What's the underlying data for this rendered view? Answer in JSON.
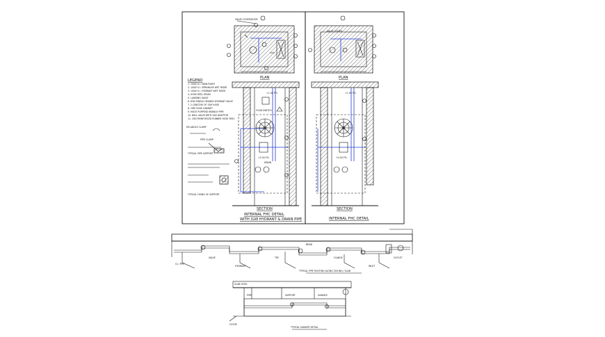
{
  "sheet": {
    "background": "#ffffff",
    "line_color": "#111111",
    "pipe_color": "#2238d6"
  },
  "detail_a": {
    "valve_callout": "VALVE COVER/DOOR",
    "plan_title": "PLAN",
    "legend_title": "LEGEND",
    "legend_items": [
      "1. 100Ø G.I. MAIN RISER",
      "2. 100Ø G.I. SPRINKLER WET RISER",
      "3. 100Ø G.I. HYDRANT WET RISER",
      "4. HOSE REEL DRUM",
      "5. LANDING VALVE",
      "6. 63Ø SINGLE HEADED HYDRANT VALVE",
      "7. 2 LENGTHS OF 15M HOSE",
      "8. FIRE HOSE CABINET",
      "9. MULTI PURPOSE BRANCH PIPE",
      "10. BALL VALVE WITH 25Ø ADAPTOR",
      "11. 25Ø REINFORCED RUBBER HOSE REEL"
    ],
    "flow_switch": "FLOW SWITCH",
    "elevation_label": "+1.00 FFL",
    "lower_elevation": "+0.50 FFL",
    "drain_label": "DRAIN",
    "pipe_clamp": "PIPE CLAMP",
    "section_title": "SECTION",
    "detail_title_1": "INTERNAL FHC DETAIL",
    "detail_title_2": "WITH 32Ø HYDRANT & DRAIN PIPE",
    "support_note": "TYPICAL PIPE SUPPORT",
    "anchor_note": "MS ANGLE CLAMP",
    "fixing_note": "TYPICAL FIXING OF SUPPORT"
  },
  "detail_b": {
    "valve_callout": "VALVE COVER",
    "plan_title": "PLAN",
    "section_title": "SECTION",
    "detail_title": "INTERNAL FHC DETAIL",
    "elevation_label": "+1.00 FFL",
    "lower_elevation": "+0.50 FFL"
  },
  "long_section": {
    "labels": [
      "G.I. PIPE",
      "VALVE",
      "HYDRANT",
      "TEE",
      "BEND",
      "FLANGE",
      "INLET",
      "OUTLET"
    ],
    "note": "TYPICAL PIPE ROUTING ALONG CEILING / SLAB"
  },
  "short_section": {
    "labels": [
      "SLAB LEVEL",
      "PIPE",
      "SUPPORT",
      "HANGER",
      "FLOOR"
    ],
    "note": "TYPICAL HANGER DETAIL"
  }
}
